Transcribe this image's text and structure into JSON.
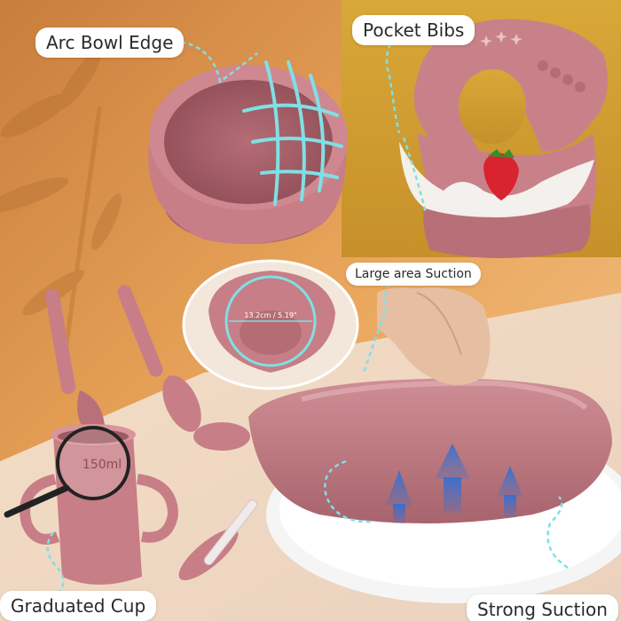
{
  "labels": {
    "arc_bowl_edge": "Arc Bowl Edge",
    "pocket_bibs": "Pocket Bibs",
    "large_area_suction": "Large area Suction",
    "graduated_cup": "Graduated Cup",
    "strong_suction": "Strong Suction"
  },
  "plate_measurement": "13.2cm / 5.19\"",
  "cup_capacity": "150ml",
  "colors": {
    "silicone_pink": "#c77e86",
    "silicone_dark": "#a9636b",
    "accent_cyan": "#7fe0e6",
    "wall_orange": "#e7a45a",
    "mustard": "#d9a93a"
  }
}
